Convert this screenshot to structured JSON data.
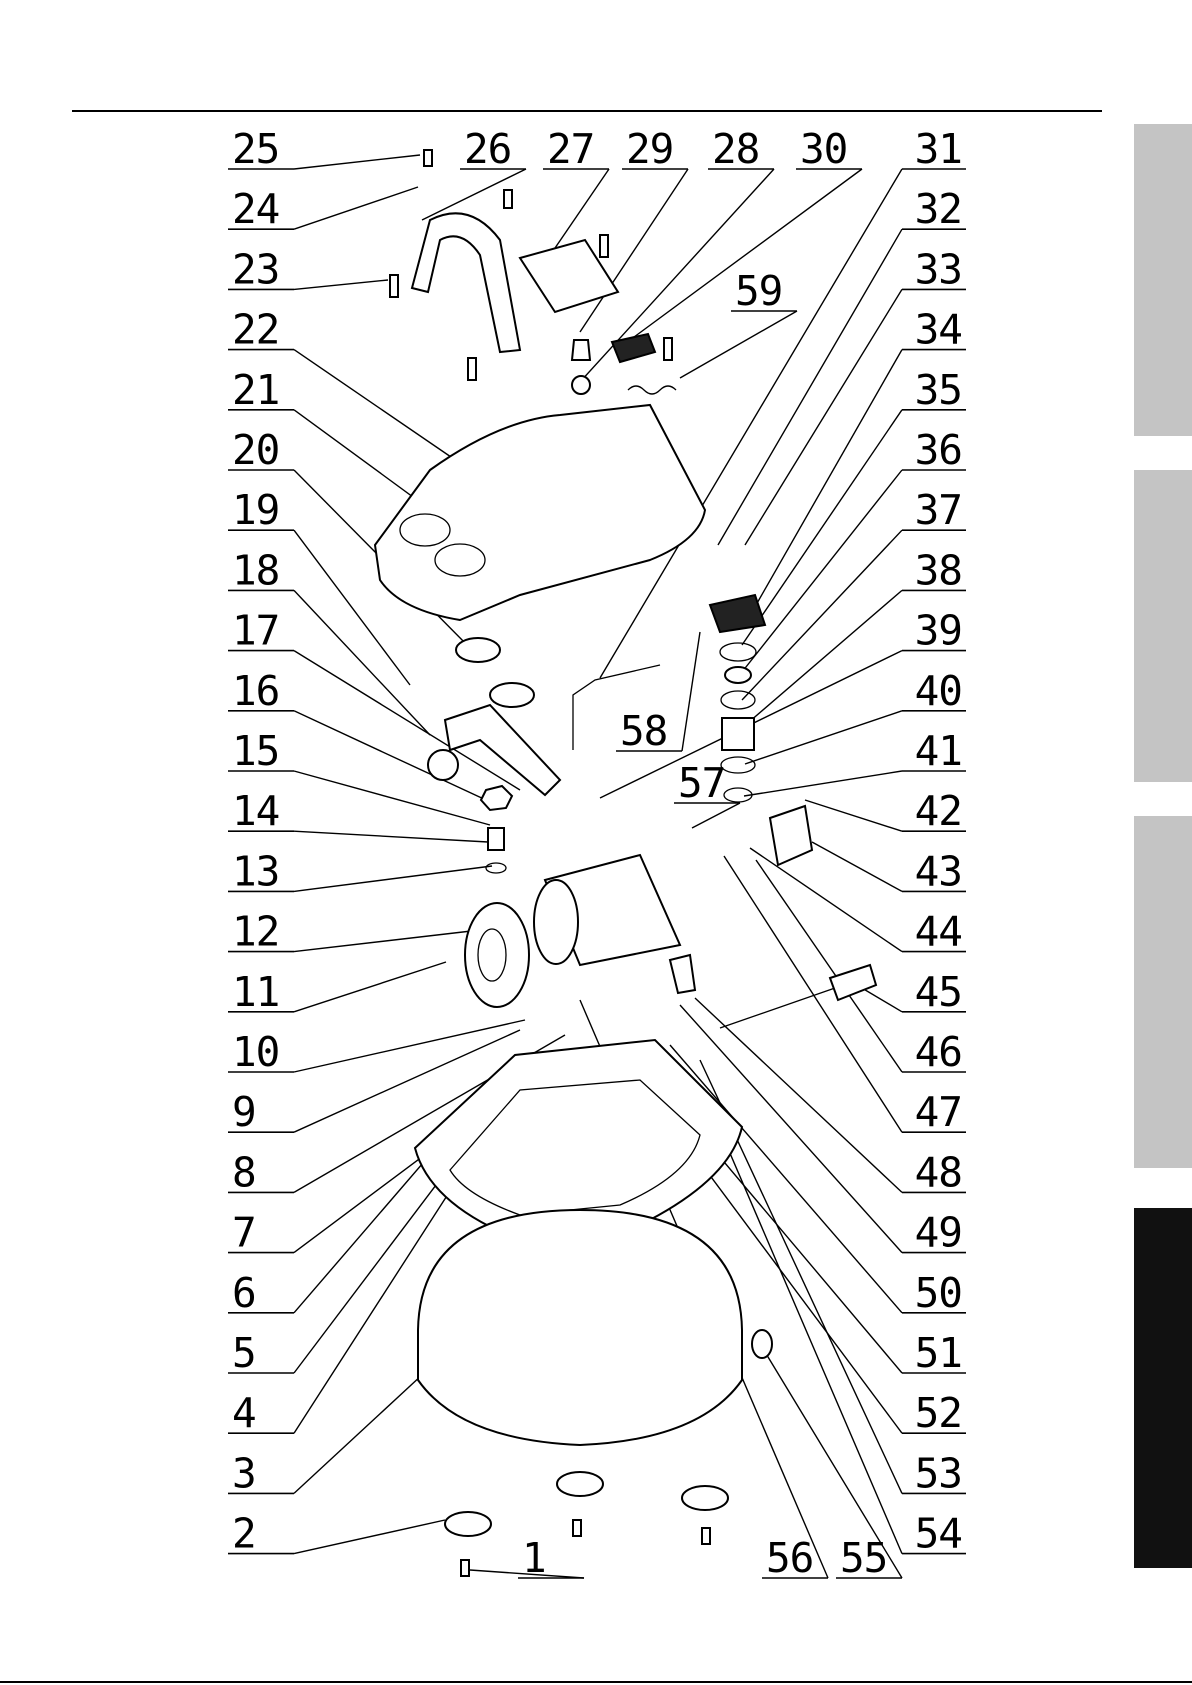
{
  "page": {
    "title": "",
    "side_tabs": [
      {
        "label": "",
        "active": false
      },
      {
        "label": "",
        "active": false
      },
      {
        "label": "",
        "active": false
      },
      {
        "label": "",
        "active": true
      }
    ]
  },
  "diagram": {
    "type": "exploded-parts-diagram",
    "left_callouts": [
      "25",
      "24",
      "23",
      "22",
      "21",
      "20",
      "19",
      "18",
      "17",
      "16",
      "15",
      "14",
      "13",
      "12",
      "11",
      "10",
      "9",
      "8",
      "7",
      "6",
      "5",
      "4",
      "3",
      "2"
    ],
    "right_callouts": [
      "31",
      "32",
      "33",
      "34",
      "35",
      "36",
      "37",
      "38",
      "39",
      "40",
      "41",
      "42",
      "43",
      "44",
      "45",
      "46",
      "47",
      "48",
      "49",
      "50",
      "51",
      "52",
      "53",
      "54"
    ],
    "top_callouts": [
      "26",
      "27",
      "29",
      "28",
      "30"
    ],
    "bottom_callouts": [
      "1",
      "56",
      "55"
    ],
    "inner_callouts": [
      "59",
      "58",
      "57"
    ]
  },
  "colors": {
    "ink": "#000000",
    "tab_inactive": "#c4c4c4",
    "tab_active": "#111111"
  }
}
